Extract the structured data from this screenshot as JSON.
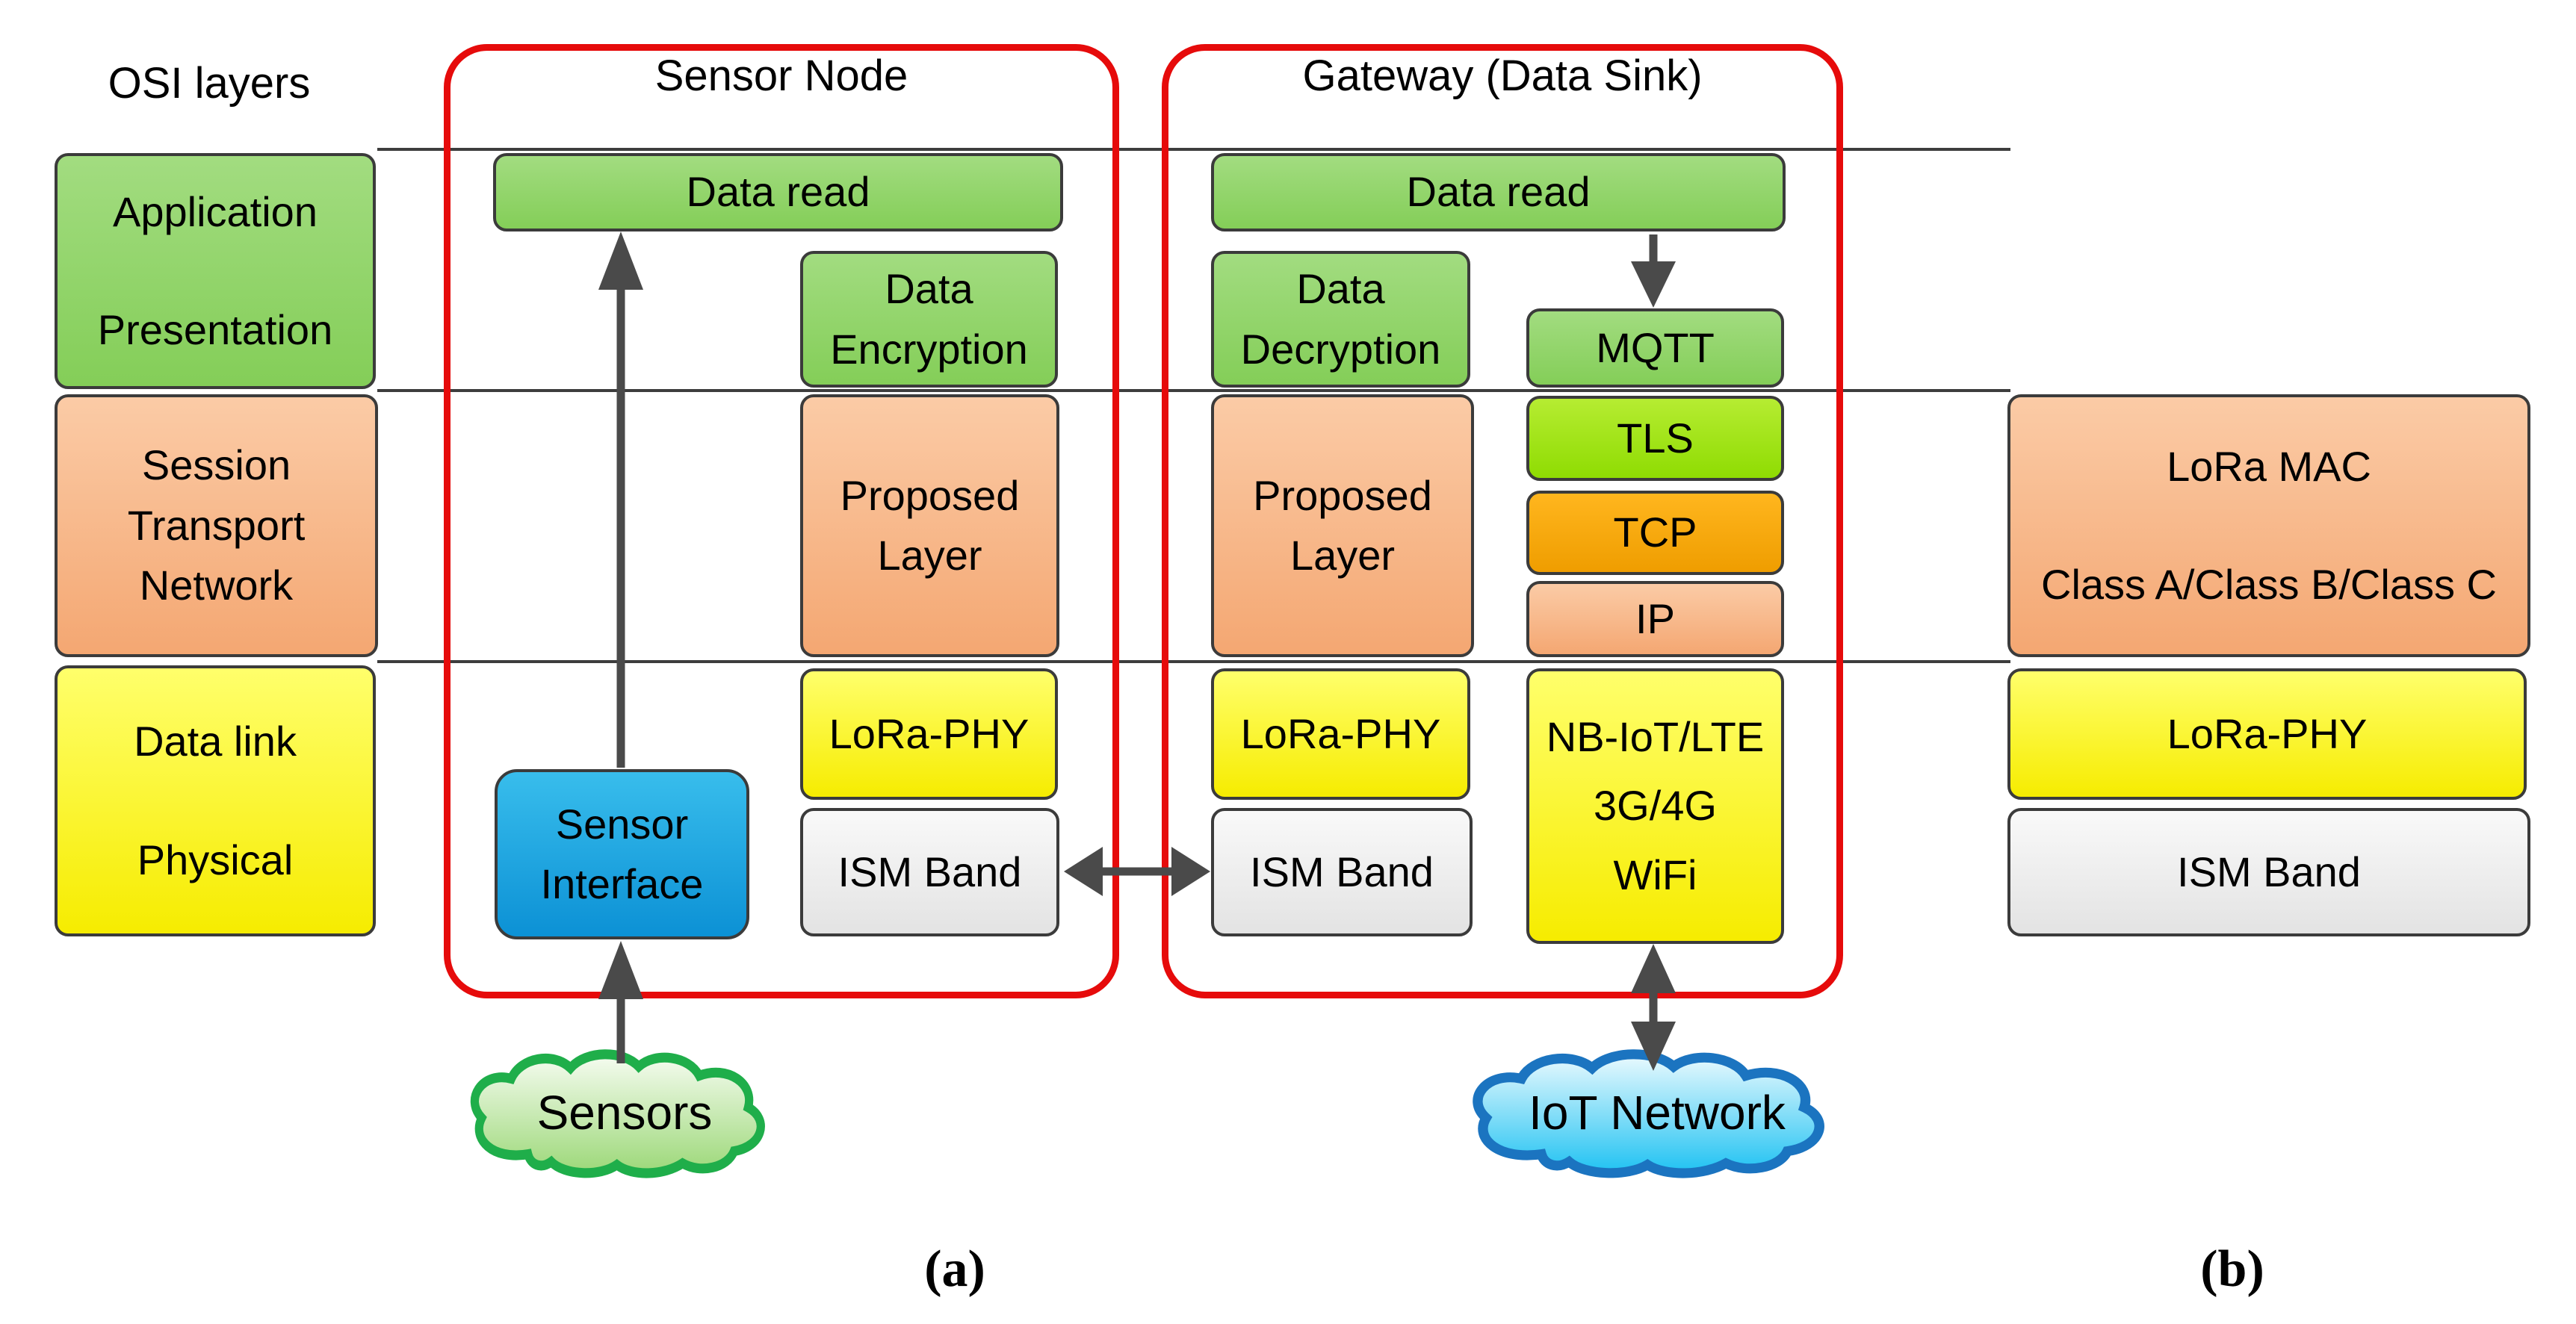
{
  "figure": {
    "osi_title": "OSI layers",
    "caption_a": "(a)",
    "caption_b": "(b)"
  },
  "osi_stack": {
    "application_box": {
      "line1": "Application",
      "line2": "Presentation"
    },
    "network_box": {
      "line1": "Session",
      "line2": "Transport",
      "line3": "Network"
    },
    "physical_box": {
      "line1": "Data link",
      "line2": "Physical"
    }
  },
  "sensor_node": {
    "title": "Sensor Node",
    "data_read": "Data read",
    "data_encryption": {
      "line1": "Data",
      "line2": "Encryption"
    },
    "proposed_layer": {
      "line1": "Proposed",
      "line2": "Layer"
    },
    "lora_phy": "LoRa-PHY",
    "ism_band": "ISM Band",
    "sensor_interface": {
      "line1": "Sensor",
      "line2": "Interface"
    },
    "cloud_label": "Sensors"
  },
  "gateway": {
    "title": "Gateway (Data Sink)",
    "data_read": "Data read",
    "data_decryption": {
      "line1": "Data",
      "line2": "Decryption"
    },
    "proposed_layer": {
      "line1": "Proposed",
      "line2": "Layer"
    },
    "mqtt": "MQTT",
    "tls": "TLS",
    "tcp": "TCP",
    "ip": "IP",
    "lora_phy": "LoRa-PHY",
    "ism_band": "ISM Band",
    "wan": {
      "line1": "NB-IoT/LTE",
      "line2": "3G/4G",
      "line3": "WiFi"
    },
    "cloud_label": "IoT Network"
  },
  "lorawan_stack": {
    "mac": {
      "line1": "LoRa MAC",
      "line2": "Class A/Class B/Class C"
    },
    "lora_phy": "LoRa-PHY",
    "ism_band": "ISM Band"
  },
  "colors": {
    "red-frame": "#E60B0B",
    "rule": "#3D3D3D",
    "edge": "#3B3B3B",
    "arrow": "#4A4A4A",
    "green-top": "#A2DC80",
    "green-bot": "#84CE58",
    "orange-top": "#FBCBA6",
    "orange-bot": "#F4A772",
    "yellow-top": "#FFFF6B",
    "yellow-bot": "#F6EC00",
    "gray-top": "#F9F9F9",
    "gray-bot": "#E3E3E3",
    "blue-top": "#38BDEC",
    "blue-bot": "#0C91D5",
    "lime-top": "#B6EC32",
    "lime-bot": "#8FDC02",
    "amber-top": "#FFB61E",
    "amber-bot": "#EF9D00",
    "cloudgreen-border": "#1FAE4A",
    "cloudgreen-top": "#F6FCF1",
    "cloudgreen-bot": "#9CD878",
    "cloudblue-border": "#1B74C0",
    "cloudblue-top": "#EBFAFE",
    "cloudblue-bot": "#1FC2F2"
  }
}
